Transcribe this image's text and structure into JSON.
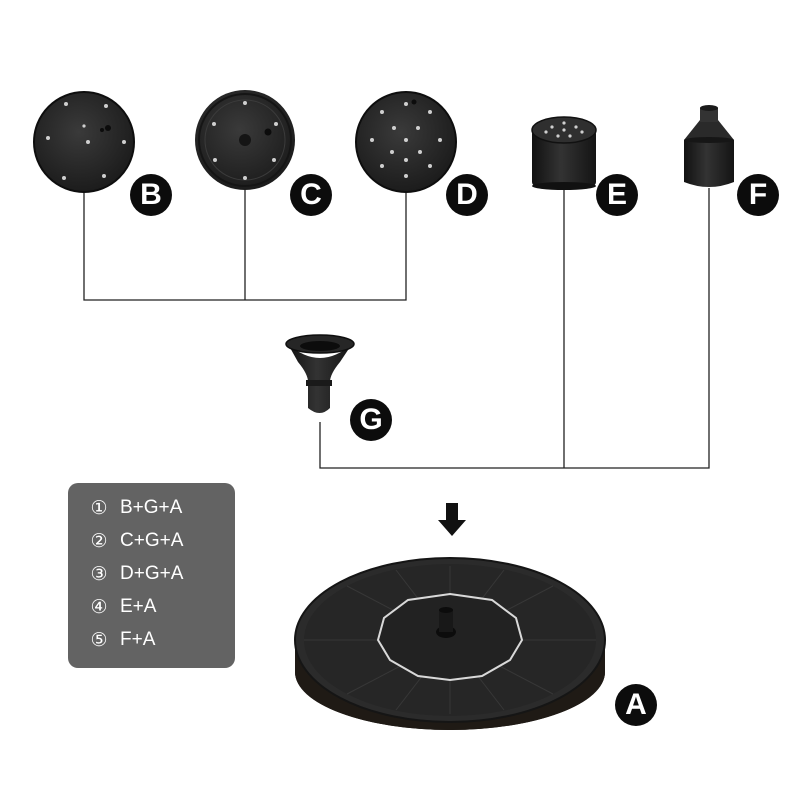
{
  "parts": {
    "a": {
      "label": "A"
    },
    "b": {
      "label": "B"
    },
    "c": {
      "label": "C"
    },
    "d": {
      "label": "D"
    },
    "e": {
      "label": "E"
    },
    "f": {
      "label": "F"
    },
    "g": {
      "label": "G"
    }
  },
  "combinations": [
    {
      "marker": "①",
      "formula": "B+G+A"
    },
    {
      "marker": "②",
      "formula": "C+G+A"
    },
    {
      "marker": "③",
      "formula": "D+G+A"
    },
    {
      "marker": "④",
      "formula": "E+A"
    },
    {
      "marker": "⑤",
      "formula": "F+A"
    }
  ],
  "colors": {
    "part": "#262626",
    "part_dark": "#111111",
    "connector": "#222222",
    "badge": "#0c0c0c",
    "panel": "#636363"
  }
}
